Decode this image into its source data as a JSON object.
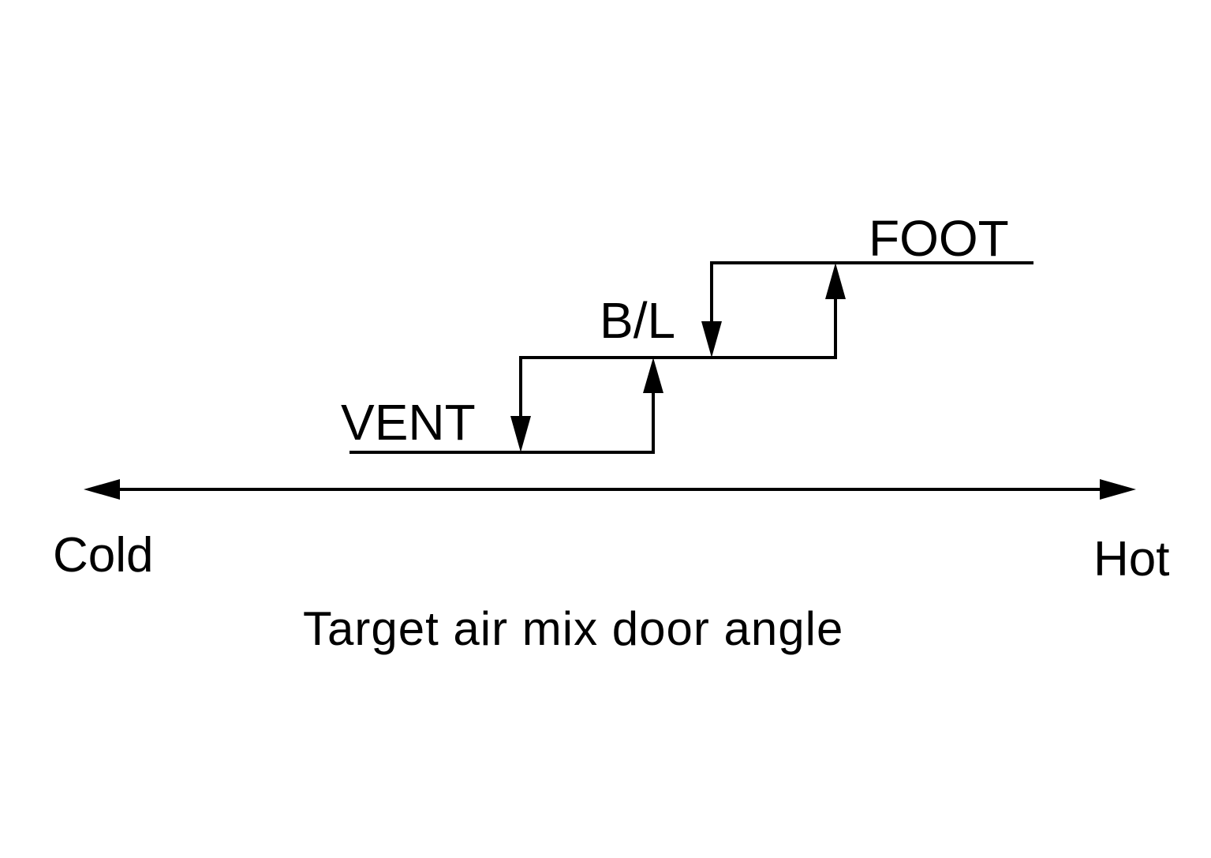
{
  "modes": {
    "vent": "VENT",
    "bl": "B/L",
    "foot": "FOOT"
  },
  "axis": {
    "cold": "Cold",
    "hot": "Hot",
    "title": "Target air mix door angle"
  },
  "colors": {
    "line": "#000000",
    "background": "#ffffff"
  }
}
